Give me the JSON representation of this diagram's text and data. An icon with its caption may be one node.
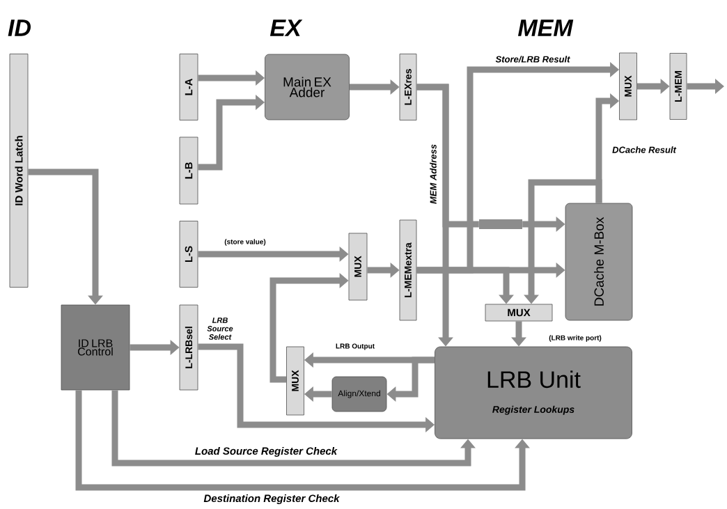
{
  "diagram": {
    "nodes": [
      {
        "text": [
          "ID Word Latch"
        ]
      },
      {
        "text": [
          "L-A"
        ]
      },
      {
        "text": [
          "L-B"
        ]
      },
      {
        "text": [
          "L-S"
        ]
      },
      {
        "text": [
          "Main EX Adder"
        ]
      },
      {
        "text": [
          "L-EXres"
        ]
      },
      {
        "text": [
          "ID LRB Control"
        ]
      },
      {
        "text": [
          "L-LRBsel"
        ]
      },
      {
        "text": [
          "MUX"
        ]
      },
      {
        "text": [
          "L-MEMextra"
        ]
      },
      {
        "text": [
          "MUX"
        ]
      },
      {
        "text": [
          "Align/Xtend"
        ]
      },
      {
        "text": [
          "MUX"
        ]
      },
      {
        "text": [
          "L-MEM"
        ]
      },
      {
        "text": [
          "DCache M-Box"
        ]
      },
      {
        "text": [
          "MUX"
        ]
      },
      {
        "text": [
          "LRB Unit",
          "Register Lookups"
        ]
      },
      {
        "text": [],
        "shape": "bar"
      }
    ],
    "edges": [
      {
        "from": 0,
        "to": 6,
        "arrow": "to"
      },
      {
        "from": 1,
        "to": 4,
        "arrow": "to"
      },
      {
        "from": 2,
        "to": 4,
        "arrow": "to"
      },
      {
        "from": 4,
        "to": 5,
        "arrow": "to"
      },
      {
        "from": 3,
        "to": 8,
        "arrow": "to",
        "label": "(store value)"
      },
      {
        "from": 6,
        "to": 7,
        "arrow": "to"
      },
      {
        "from": 8,
        "to": 9,
        "arrow": "to"
      },
      {
        "from": 5,
        "to": 16,
        "arrow": "to",
        "label": "MEM Address"
      },
      {
        "from": 5,
        "to": 17,
        "arrow": "none"
      },
      {
        "from": 17,
        "to": 14,
        "arrow": "to"
      },
      {
        "from": 9,
        "to": 14,
        "arrow": "to"
      },
      {
        "from": 9,
        "to": 12,
        "arrow": "to",
        "label": "Store/LRB Result"
      },
      {
        "from": 9,
        "to": 15,
        "arrow": "to"
      },
      {
        "from": 14,
        "to": 12,
        "arrow": "to",
        "label": "DCache Result"
      },
      {
        "from": 14,
        "to": 15,
        "arrow": "to"
      },
      {
        "from": 12,
        "to": 13,
        "arrow": "to"
      },
      {
        "from": 13,
        "to": null,
        "arrow": "to"
      },
      {
        "from": 15,
        "to": 16,
        "arrow": "to",
        "label": "(LRB write port)"
      },
      {
        "from": 16,
        "to": 10,
        "arrow": "to",
        "label": "LRB Output"
      },
      {
        "from": 16,
        "to": 11,
        "arrow": "to"
      },
      {
        "from": 11,
        "to": 10,
        "arrow": "to"
      },
      {
        "from": 10,
        "to": 8,
        "arrow": "to"
      },
      {
        "from": 7,
        "to": 16,
        "arrow": "to",
        "label": "LRB Source Select"
      },
      {
        "from": 6,
        "to": 16,
        "arrow": "to",
        "label": "Load Source Register Check"
      },
      {
        "from": 6,
        "to": 16,
        "arrow": "to",
        "label": "Destination Register Check"
      }
    ],
    "labels": [
      "ID",
      "EX",
      "MEM"
    ]
  }
}
